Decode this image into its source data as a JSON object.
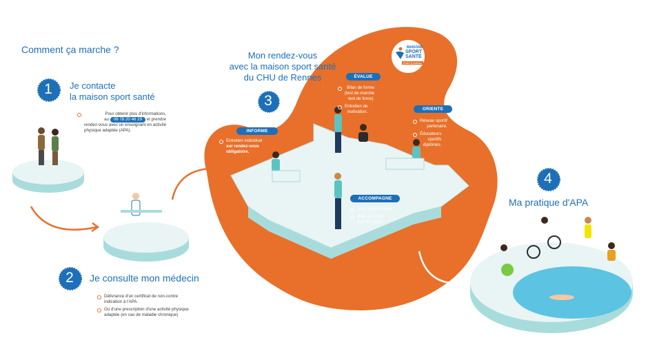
{
  "header": {
    "title": "Comment ça marche ?"
  },
  "step1": {
    "number": "1",
    "title_line1": "Je contacte",
    "title_line2": "la maison sport santé",
    "text_part1": "Pour obtenir plus d'informations,",
    "text_au": "au",
    "phone": "06 78 20 46 29",
    "text_part2": "et prendre",
    "text_part3": "rendez-vous avec un enseignant en activité",
    "text_part4": "physique adaptée (APA)."
  },
  "step2": {
    "number": "2",
    "title": "Je consulte mon médecin",
    "bullet1_line1": "Délivrance d'un certificat de non-contre",
    "bullet1_line2": "indication à l'APA.",
    "bullet2_line1": "Ou d'une prescription d'une activité physique",
    "bullet2_line2": "adaptée (en cas de maladie chronique)"
  },
  "step3": {
    "number": "3",
    "title_line1": "Mon rendez-vous",
    "title_line2": "avec la maison sport santé",
    "title_line3": "du CHU de Rennes",
    "logo_line1": "MAISONS",
    "logo_line2": "SPORT",
    "logo_line3": "SANTÉ",
    "logo_line4": "Entre & Activez",
    "informe": {
      "label": "INFORME",
      "line1": "Entretien individuel",
      "line2": "sur rendez-vous",
      "line3": "obligatoire."
    },
    "evalue": {
      "label": "ÉVALUE",
      "b1_l1": "Bilan de forme",
      "b1_l2": "(test de marche",
      "b1_l3": "test de force).",
      "b2_l1": "Entretien de",
      "b2_l2": "motivation."
    },
    "oriente": {
      "label": "ORIENTE",
      "b1_l1": "Réseau sportif",
      "b1_l2": "partenaire.",
      "b2_l1": "Éducateurs",
      "b2_l2": "sportifs",
      "b2_l3": "diplômés."
    },
    "accompagne": {
      "label": "ACCOMPAGNE",
      "b1": "Suivi téléphonique",
      "b2_l1": "Bilan à 3 mois,",
      "b2_l2": "puis à 6 mois"
    }
  },
  "step4": {
    "number": "4",
    "title": "Ma pratique d'APA"
  },
  "colors": {
    "accent_orange": "#e8702a",
    "brand_blue": "#1d6fb8",
    "teal": "#a8dcdc"
  }
}
